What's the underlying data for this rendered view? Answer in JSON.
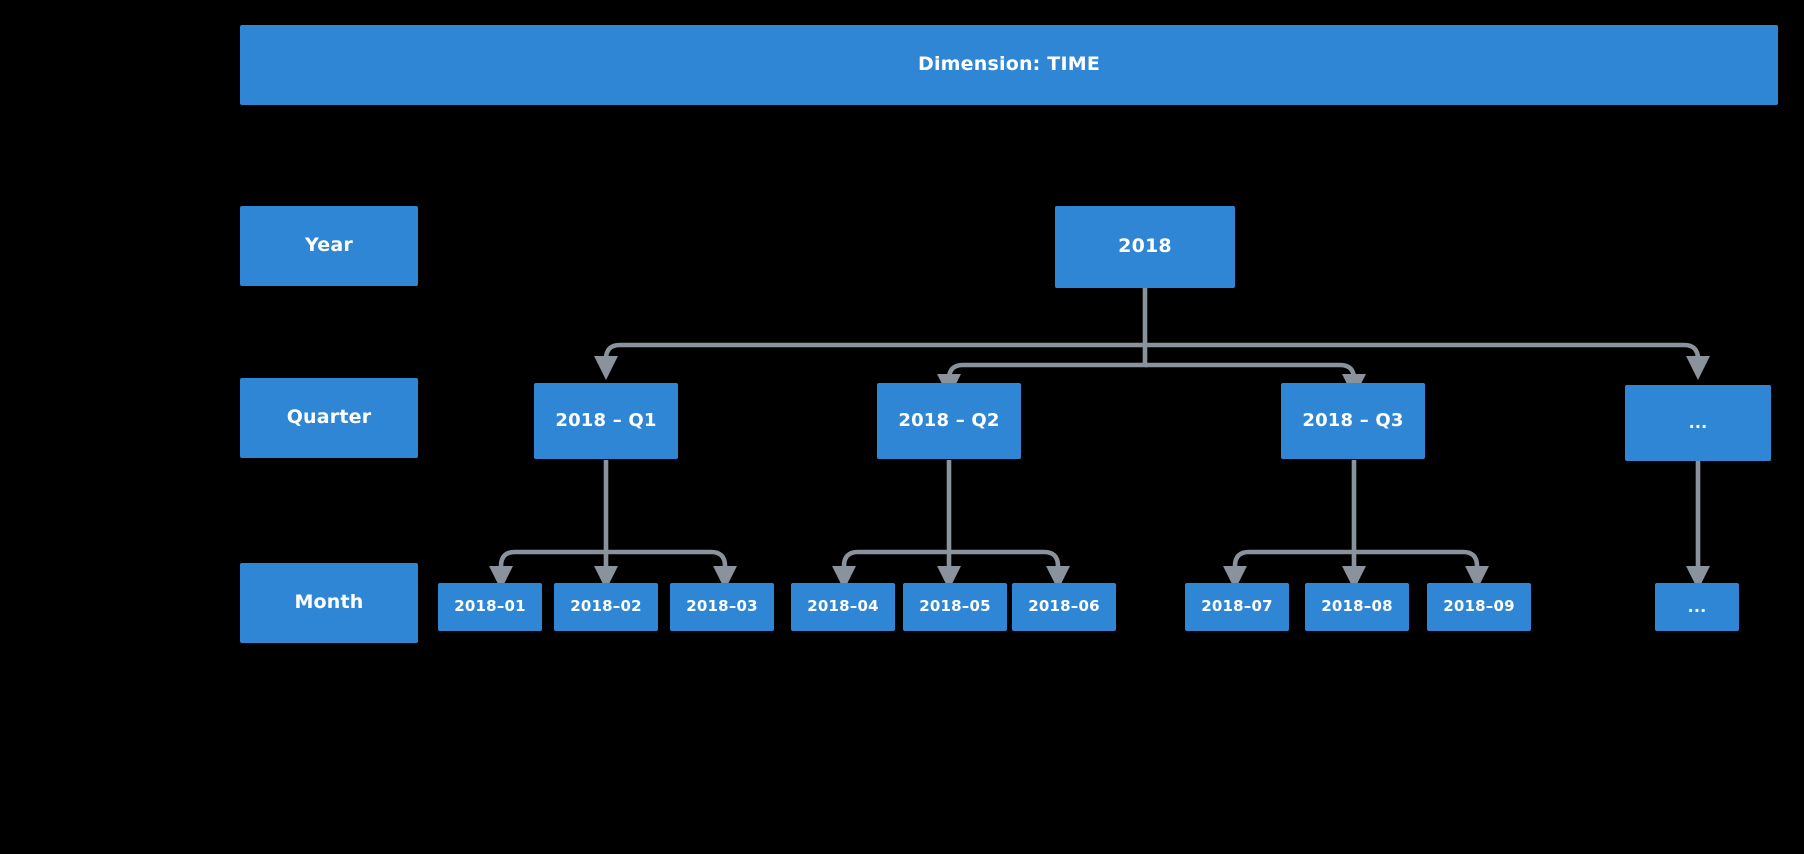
{
  "palette": {
    "background": "#000000",
    "box_blue": "#2e86d5",
    "text_white": "#ffffff",
    "connector_gray": "#8a939b"
  },
  "banner": {
    "label": "Dimension: TIME"
  },
  "level_labels": [
    {
      "id": "year",
      "label": "Year"
    },
    {
      "id": "quarter",
      "label": "Quarter"
    },
    {
      "id": "month",
      "label": "Month"
    }
  ],
  "year_nodes": [
    {
      "id": "y-2018",
      "label": "2018"
    }
  ],
  "quarter_nodes": [
    {
      "id": "q1",
      "label": "2018 – Q1"
    },
    {
      "id": "q2",
      "label": "2018 – Q2"
    },
    {
      "id": "q3",
      "label": "2018 – Q3"
    },
    {
      "id": "q-more",
      "label": "..."
    }
  ],
  "month_nodes": [
    {
      "id": "m-2018-01",
      "label": "2018–01"
    },
    {
      "id": "m-2018-02",
      "label": "2018–02"
    },
    {
      "id": "m-2018-03",
      "label": "2018–03"
    },
    {
      "id": "m-2018-04",
      "label": "2018–04"
    },
    {
      "id": "m-2018-05",
      "label": "2018–05"
    },
    {
      "id": "m-2018-06",
      "label": "2018–06"
    },
    {
      "id": "m-2018-07",
      "label": "2018–07"
    },
    {
      "id": "m-2018-08",
      "label": "2018–08"
    },
    {
      "id": "m-2018-09",
      "label": "2018–09"
    },
    {
      "id": "m-more",
      "label": "..."
    }
  ]
}
